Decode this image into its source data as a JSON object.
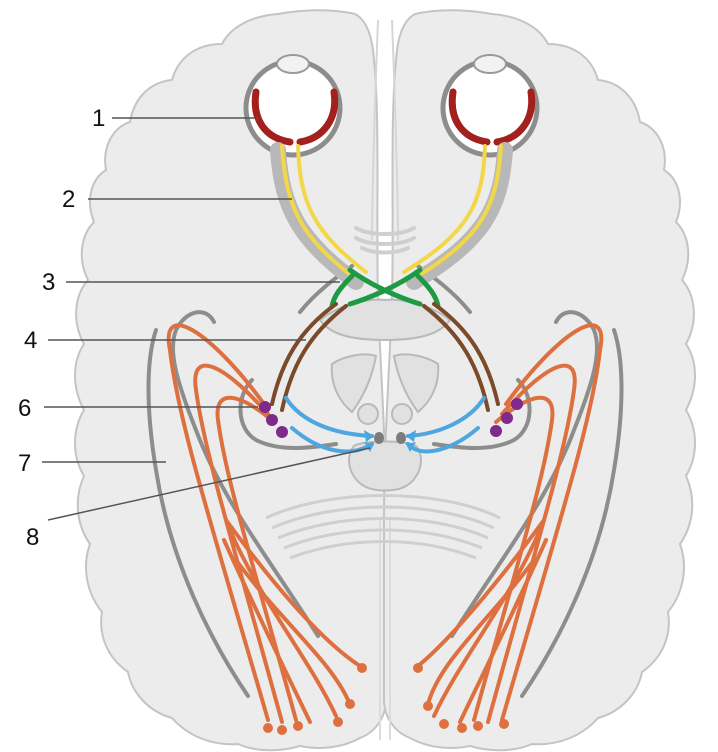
{
  "labels": [
    {
      "id": "1",
      "text": "1"
    },
    {
      "id": "2",
      "text": "2"
    },
    {
      "id": "3",
      "text": "3"
    },
    {
      "id": "4",
      "text": "4"
    },
    {
      "id": "6",
      "text": "6"
    },
    {
      "id": "7",
      "text": "7"
    },
    {
      "id": "8",
      "text": "8"
    }
  ],
  "colors": {
    "brain": "#ececec",
    "brain_outline": "#c4c4c4",
    "structure_outline": "#8d8d8d",
    "retina": "#a3201c",
    "optic_nerve": "#f3d74a",
    "chiasm": "#1e9a45",
    "optic_tract": "#7a4a2a",
    "optic_radiation": "#de7040",
    "lgn": "#7d2a8c",
    "midbrain_projection": "#4da6e0"
  }
}
